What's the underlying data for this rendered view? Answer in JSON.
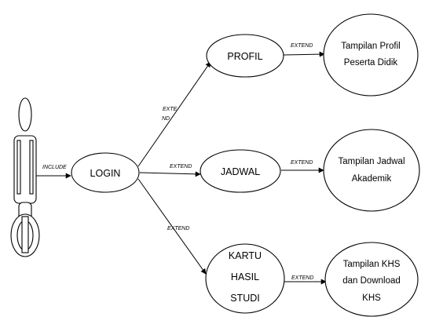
{
  "diagram": {
    "actor": {
      "icon": "stick-figure-actor-icon"
    },
    "edges": {
      "include": "INCLUDE",
      "extend_profil_1": "EXTE",
      "extend_profil_2": "ND",
      "extend_jadwal": "EXTEND",
      "extend_khs": "EXTEND",
      "extend_profil_tampilan": "EXTEND",
      "extend_jadwal_tampilan": "EXTEND",
      "extend_khs_tampilan": "EXTEND"
    },
    "nodes": {
      "login": "LOGIN",
      "profil": "PROFIL",
      "jadwal": "JADWAL",
      "khs": [
        "KARTU",
        "HASIL",
        "STUDI"
      ],
      "tampilan_profil": [
        "Tampilan Profil",
        "Peserta Didik"
      ],
      "tampilan_jadwal": [
        "Tampilan Jadwal",
        "Akademik"
      ],
      "tampilan_khs": [
        "Tampilan KHS",
        "dan Download",
        "KHS"
      ]
    }
  }
}
